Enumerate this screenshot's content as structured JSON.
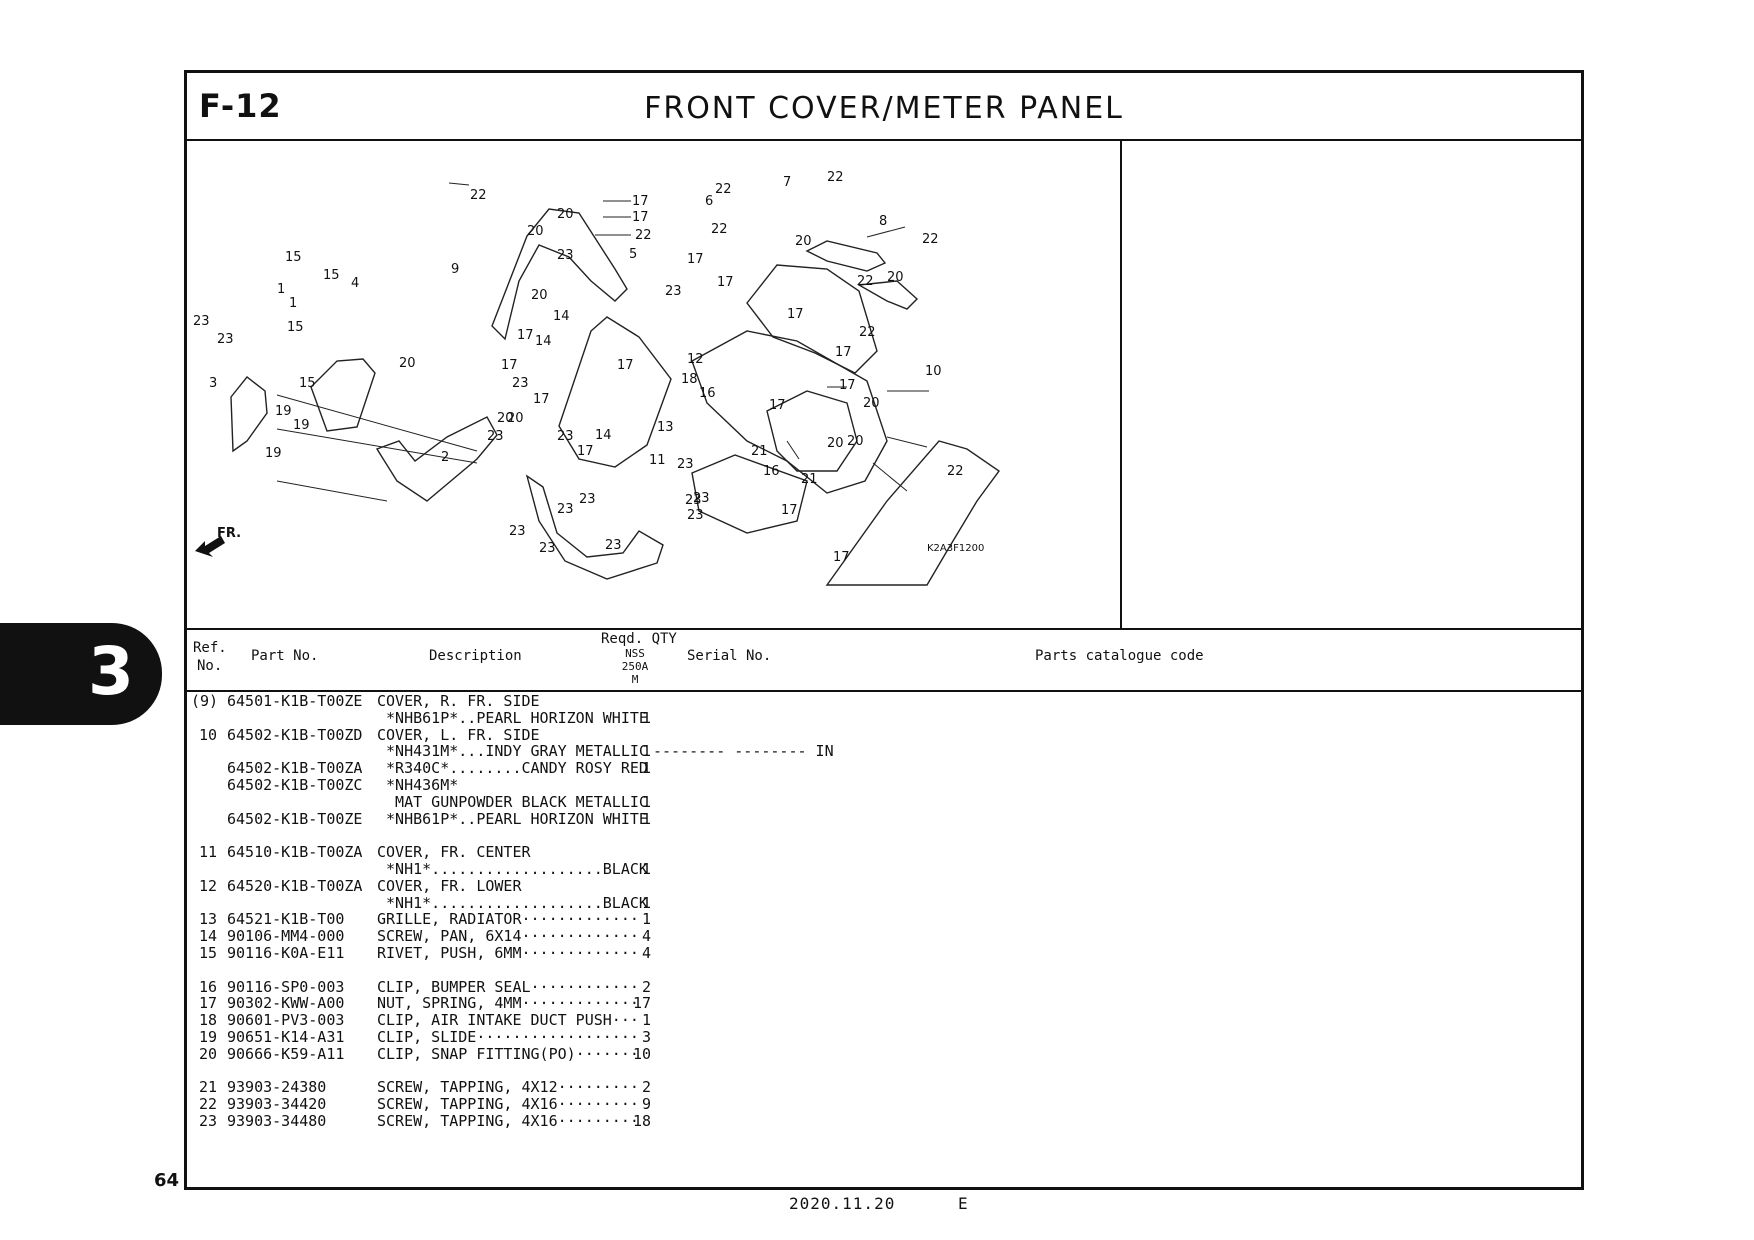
{
  "header": {
    "figure_code": "F-12",
    "title": "FRONT COVER/METER PANEL"
  },
  "diagram": {
    "drawing_code": "K2A3F1200",
    "direction_label": "FR.",
    "callouts": [
      "22",
      "17",
      "17",
      "22",
      "20",
      "20",
      "9",
      "23",
      "5",
      "20",
      "14",
      "23",
      "17",
      "14",
      "17",
      "20",
      "17",
      "23",
      "23",
      "20",
      "17",
      "23",
      "14",
      "17",
      "11",
      "23",
      "23",
      "23",
      "23",
      "23",
      "23",
      "23",
      "23",
      "22",
      "7",
      "22",
      "6",
      "20",
      "8",
      "22",
      "22",
      "22",
      "20",
      "17",
      "17",
      "22",
      "17",
      "17",
      "12",
      "18",
      "16",
      "17",
      "13",
      "17",
      "10",
      "20",
      "21",
      "16",
      "20",
      "20",
      "21",
      "23",
      "22",
      "17",
      "17",
      "15",
      "15",
      "1",
      "1",
      "4",
      "23",
      "23",
      "15",
      "20",
      "3",
      "15",
      "19",
      "19",
      "19",
      "2"
    ]
  },
  "table_header": {
    "ref_line1": "Ref.",
    "ref_line2": "No.",
    "part_no": "Part No.",
    "description": "Description",
    "reqd_qty": "Reqd. QTY",
    "model_line1": "NSS",
    "model_line2": "250A",
    "model_line3": "M",
    "serial_no": "Serial No.",
    "catalogue_code": "Parts catalogue code"
  },
  "rows": [
    {
      "ref": "(9)",
      "part": "64501-K1B-T00ZE",
      "desc": "COVER, R. FR. SIDE",
      "qty": "",
      "serial": ""
    },
    {
      "ref": "",
      "part": "",
      "desc": " *NHB61P*..PEARL HORIZON WHITE",
      "qty": "1",
      "serial": ""
    },
    {
      "ref": "10",
      "part": "64502-K1B-T00ZD",
      "desc": "COVER, L. FR. SIDE",
      "qty": "",
      "serial": ""
    },
    {
      "ref": "",
      "part": "",
      "desc": " *NH431M*...INDY GRAY METALLIC",
      "qty": "1",
      "serial": "-------- -------- IN"
    },
    {
      "ref": "",
      "part": "64502-K1B-T00ZA",
      "desc": " *R340C*........CANDY ROSY RED",
      "qty": "1",
      "serial": ""
    },
    {
      "ref": "",
      "part": "64502-K1B-T00ZC",
      "desc": " *NH436M*",
      "qty": "",
      "serial": ""
    },
    {
      "ref": "",
      "part": "",
      "desc": "  MAT GUNPOWDER BLACK METALLIC",
      "qty": "1",
      "serial": ""
    },
    {
      "ref": "",
      "part": "64502-K1B-T00ZE",
      "desc": " *NHB61P*..PEARL HORIZON WHITE",
      "qty": "1",
      "serial": ""
    },
    {
      "ref": "",
      "part": "",
      "desc": "",
      "qty": "",
      "serial": ""
    },
    {
      "ref": "11",
      "part": "64510-K1B-T00ZA",
      "desc": "COVER, FR. CENTER",
      "qty": "",
      "serial": ""
    },
    {
      "ref": "",
      "part": "",
      "desc": " *NH1*...................BLACK",
      "qty": "1",
      "serial": ""
    },
    {
      "ref": "12",
      "part": "64520-K1B-T00ZA",
      "desc": "COVER, FR. LOWER",
      "qty": "",
      "serial": ""
    },
    {
      "ref": "",
      "part": "",
      "desc": " *NH1*...................BLACK",
      "qty": "1",
      "serial": ""
    },
    {
      "ref": "13",
      "part": "64521-K1B-T00",
      "desc": "GRILLE, RADIATOR·············",
      "qty": "1",
      "serial": ""
    },
    {
      "ref": "14",
      "part": "90106-MM4-000",
      "desc": "SCREW, PAN, 6X14·············",
      "qty": "4",
      "serial": ""
    },
    {
      "ref": "15",
      "part": "90116-K0A-E11",
      "desc": "RIVET, PUSH, 6MM·············",
      "qty": "4",
      "serial": ""
    },
    {
      "ref": "",
      "part": "",
      "desc": "",
      "qty": "",
      "serial": ""
    },
    {
      "ref": "16",
      "part": "90116-SP0-003",
      "desc": "CLIP, BUMPER SEAL············",
      "qty": "2",
      "serial": ""
    },
    {
      "ref": "17",
      "part": "90302-KWW-A00",
      "desc": "NUT, SPRING, 4MM·············",
      "qty": "17",
      "serial": ""
    },
    {
      "ref": "18",
      "part": "90601-PV3-003",
      "desc": "CLIP, AIR INTAKE DUCT PUSH···",
      "qty": "1",
      "serial": ""
    },
    {
      "ref": "19",
      "part": "90651-K14-A31",
      "desc": "CLIP, SLIDE··················",
      "qty": "3",
      "serial": ""
    },
    {
      "ref": "20",
      "part": "90666-K59-A11",
      "desc": "CLIP, SNAP FITTING(PO)·······",
      "qty": "10",
      "serial": ""
    },
    {
      "ref": "",
      "part": "",
      "desc": "",
      "qty": "",
      "serial": ""
    },
    {
      "ref": "21",
      "part": "93903-24380",
      "desc": "SCREW, TAPPING, 4X12·········",
      "qty": "2",
      "serial": ""
    },
    {
      "ref": "22",
      "part": "93903-34420",
      "desc": "SCREW, TAPPING, 4X16·········",
      "qty": "9",
      "serial": ""
    },
    {
      "ref": "23",
      "part": "93903-34480",
      "desc": "SCREW, TAPPING, 4X16·········",
      "qty": "18",
      "serial": ""
    }
  ],
  "section_tab": "3",
  "page_number": "64",
  "footer": {
    "date": "2020.11.20",
    "edition": "E"
  }
}
